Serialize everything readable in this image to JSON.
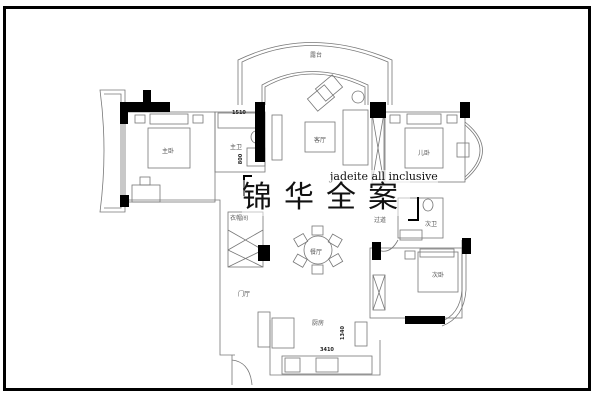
{
  "brand": {
    "english": "jadeite all inclusive",
    "chinese": "锦华全案"
  },
  "rooms": {
    "terrace": "露台",
    "master_bedroom": "主卧",
    "master_bath": "主卫",
    "living_room": "客厅",
    "child_bedroom": "儿卧",
    "cloakroom": "衣帽间",
    "corridor": "过道",
    "second_bath": "次卫",
    "dining_room": "餐厅",
    "second_bedroom": "次卧",
    "foyer": "门厅",
    "kitchen": "厨房"
  },
  "dimensions": {
    "bath_width": "1510",
    "vanity": "800",
    "kitchen_width": "3410",
    "kitchen_depth": "1340"
  },
  "colors": {
    "wall": "#000000",
    "line": "#555555",
    "background": "#ffffff"
  }
}
